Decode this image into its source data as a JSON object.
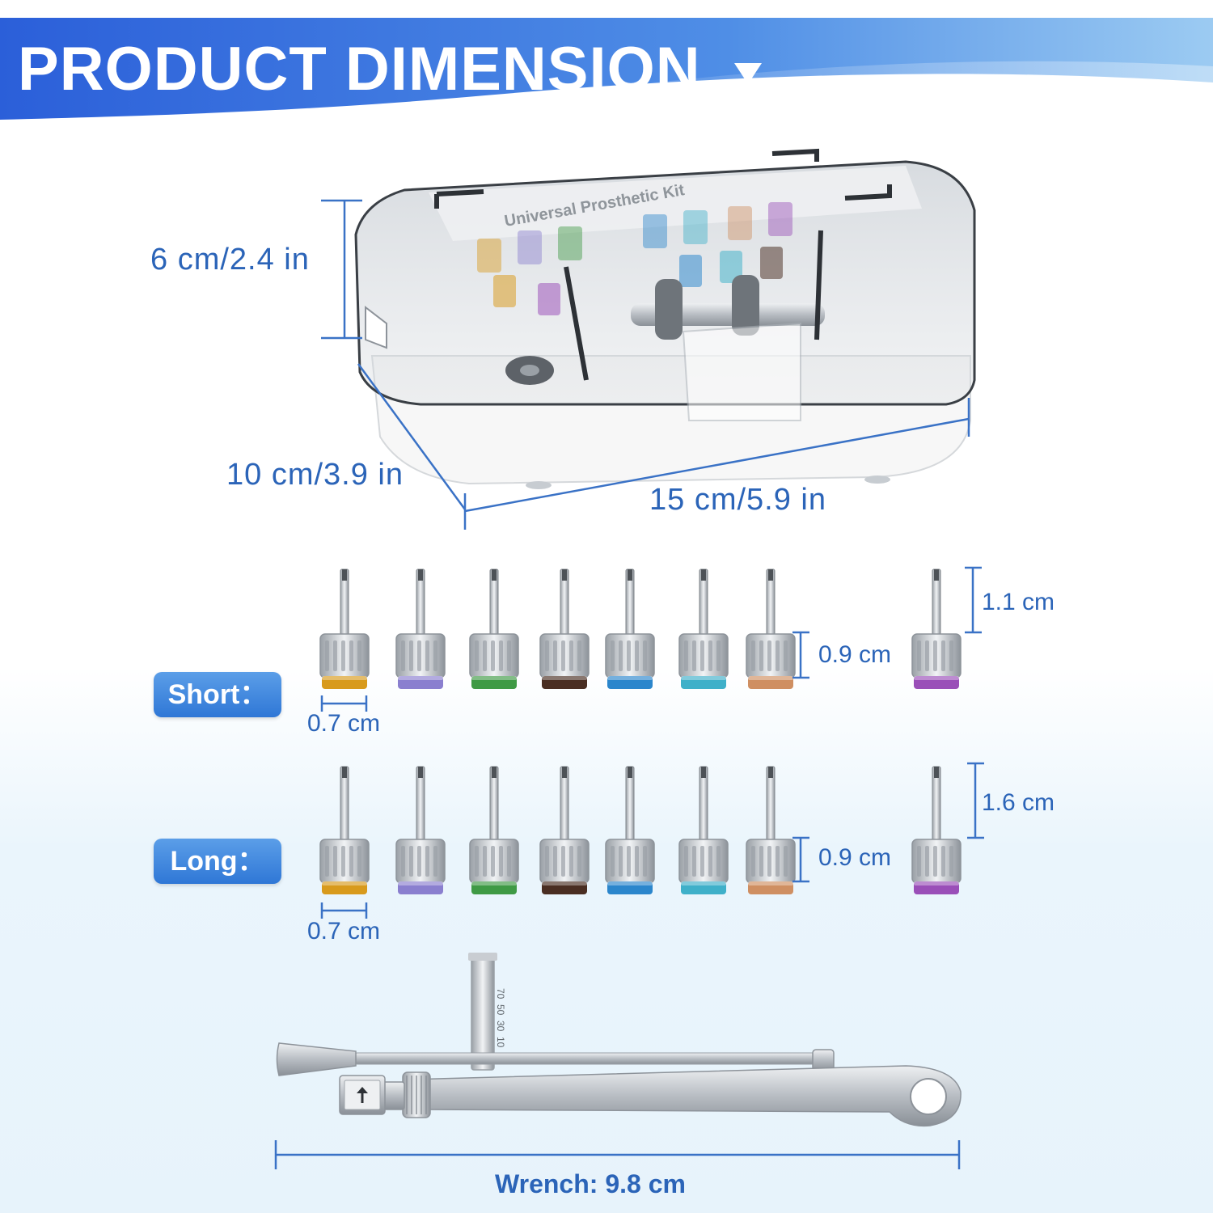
{
  "banner": {
    "title": "PRODUCT DIMENSION",
    "arrow_icon": "triangle-down-icon",
    "gradient_from": "#2b5fd9",
    "gradient_to": "#8fc6f2"
  },
  "case": {
    "lid_text": "Universal Prosthetic Kit",
    "height_label": "6 cm/2.4 in",
    "depth_label": "10 cm/3.9 in",
    "width_label": "15 cm/5.9 in"
  },
  "short_set": {
    "label": "Short：",
    "tip_length": "1.1 cm",
    "handle_height": "0.9 cm",
    "ring_height": "0.7 cm"
  },
  "long_set": {
    "label": "Long：",
    "tip_length": "1.6 cm",
    "handle_height": "0.9 cm",
    "ring_height": "0.7 cm"
  },
  "drivers": {
    "ring_colors": [
      "#d89a1c",
      "#8a7fcf",
      "#3f9a45",
      "#4a2e22",
      "#2b86cc",
      "#3fb0c9",
      "#cf8f62",
      "#9a4fb8"
    ]
  },
  "wrench": {
    "scale_marks": [
      "70",
      "50",
      "30",
      "10"
    ],
    "direction_icon": "arrow-up-icon",
    "length_label": "Wrench: 9.8 cm"
  },
  "accent_color": "#2b64b8"
}
